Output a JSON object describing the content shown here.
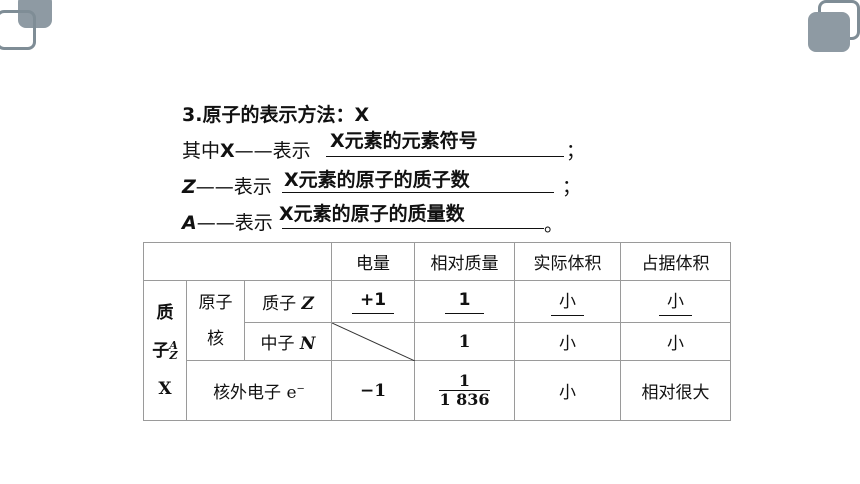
{
  "lines": {
    "heading": "3.原子的表示方法：X",
    "line1_prefix_a": "其中",
    "line1_prefix_b": "X",
    "line1_prefix_c": "——表示",
    "line1_answer": "X元素的元素符号",
    "line1_end": "；",
    "line2_prefix_a": "Z",
    "line2_prefix_b": "——表示",
    "line2_answer": "X元素的原子的质子数",
    "line2_end": "；",
    "line3_prefix_a": "A",
    "line3_prefix_b": "——表示",
    "line3_answer": "X元素的原子的质量数",
    "line3_end": "。"
  },
  "table": {
    "headers": [
      "电量",
      "相对质量",
      "实际体积",
      "占据体积"
    ],
    "side_label_top": "质",
    "side_label_mid": "子",
    "side_label_sup": "A",
    "side_label_sub": "Z",
    "side_label_bottom": "X",
    "nucleus_top": "原子",
    "nucleus_bottom": "核",
    "proton_label": "质子",
    "proton_var": "Z",
    "neutron_label": "中子",
    "neutron_var": "N",
    "electron_label": "核外电子 e",
    "electron_sup": "−",
    "proton_row": [
      "+1",
      "1",
      "小",
      "小"
    ],
    "neutron_row": [
      "",
      "1",
      "小",
      "小"
    ],
    "electron_row": {
      "charge": "−1",
      "mass_num": "1",
      "mass_den": "1 836",
      "volume": "小",
      "occupied": "相对很大"
    }
  }
}
